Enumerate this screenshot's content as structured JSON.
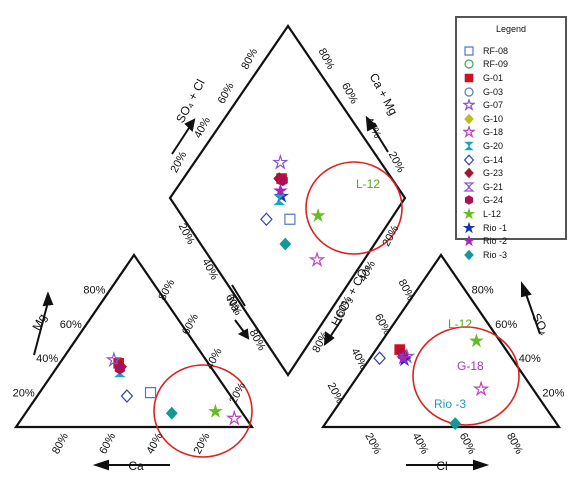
{
  "legend": {
    "title": "Legend",
    "items": [
      {
        "label": "RF-08",
        "shape": "square-open",
        "color": "#5577cc"
      },
      {
        "label": "RF-09",
        "shape": "circle-open",
        "color": "#33aa55"
      },
      {
        "label": "G-01",
        "shape": "square-filled",
        "color": "#cc1122"
      },
      {
        "label": "G-03",
        "shape": "circle-open",
        "color": "#5577cc"
      },
      {
        "label": "G-07",
        "shape": "star-open",
        "color": "#8855cc"
      },
      {
        "label": "G-10",
        "shape": "diamond-filled",
        "color": "#bbbb22"
      },
      {
        "label": "G-18",
        "shape": "star-open",
        "color": "#bb44bb"
      },
      {
        "label": "G-20",
        "shape": "hourglass-filled",
        "color": "#11aabb"
      },
      {
        "label": "G-14",
        "shape": "diamond-open",
        "color": "#3344aa"
      },
      {
        "label": "G-23",
        "shape": "diamond-filled",
        "color": "#aa1133"
      },
      {
        "label": "G-21",
        "shape": "hourglass-open",
        "color": "#9955cc"
      },
      {
        "label": "G-24",
        "shape": "hexagon-filled",
        "color": "#aa1155"
      },
      {
        "label": "L-12",
        "shape": "star-filled",
        "color": "#66bb22"
      },
      {
        "label": "Rio -1",
        "shape": "star-filled",
        "color": "#1133aa"
      },
      {
        "label": "Rio -2",
        "shape": "star-filled",
        "color": "#aa22bb"
      },
      {
        "label": "Rio -3",
        "shape": "diamond-filled",
        "color": "#119999"
      }
    ]
  },
  "axes": {
    "left_triangle": {
      "left_label": "Mg",
      "bottom_label": "Ca",
      "left_ticks": [
        "20%",
        "40%",
        "60%",
        "80%"
      ],
      "bottom_ticks": [
        "80%",
        "60%",
        "40%",
        "20%"
      ],
      "right_ticks": [
        "20%",
        "40%",
        "60%",
        "80%"
      ]
    },
    "right_triangle": {
      "right_label": "SO₄",
      "bottom_label": "Cl",
      "left_ticks": [
        "80%",
        "60%",
        "40%",
        "20%"
      ],
      "bottom_ticks": [
        "20%",
        "40%",
        "60%",
        "80%"
      ],
      "right_ticks": [
        "80%",
        "60%",
        "40%",
        "20%"
      ]
    },
    "diamond": {
      "upper_left_label": "SO₄ + Cl",
      "upper_right_label": "Ca + Mg",
      "lower_left_label": "Na",
      "lower_right_label": "HCO₃ + CO₃",
      "upper_left_ticks": [
        "20%",
        "40%",
        "60%",
        "80%"
      ],
      "upper_right_ticks": [
        "80%",
        "60%",
        "40%",
        "20%"
      ],
      "lower_left_ticks": [
        "20%",
        "40%",
        "60%",
        "80%"
      ],
      "lower_right_ticks": [
        "80%",
        "60%",
        "40%",
        "20%"
      ]
    }
  },
  "annotations": {
    "diamond_l12": "L-12",
    "anion_l12": "L-12",
    "anion_g18": "G-18",
    "anion_rio3": "Rio -3"
  },
  "chart_data": {
    "type": "scatter",
    "title": "",
    "description_note": "Piper trilinear diagram of water samples",
    "cation_triangle": [
      {
        "sample": "G-01",
        "Ca": 38,
        "Mg": 37
      },
      {
        "sample": "G-07",
        "Ca": 39,
        "Mg": 39
      },
      {
        "sample": "G-20",
        "Ca": 40,
        "Mg": 32
      },
      {
        "sample": "G-23",
        "Ca": 38,
        "Mg": 35
      },
      {
        "sample": "G-24",
        "Ca": 39,
        "Mg": 34
      },
      {
        "sample": "RF-08",
        "Ca": 33,
        "Mg": 20
      },
      {
        "sample": "G-14",
        "Ca": 44,
        "Mg": 18
      },
      {
        "sample": "Rio -3",
        "Ca": 30,
        "Mg": 8
      },
      {
        "sample": "L-12",
        "Ca": 11,
        "Mg": 9
      },
      {
        "sample": "G-18",
        "Ca": 5,
        "Mg": 5
      }
    ],
    "anion_triangle": [
      {
        "sample": "G-01",
        "Cl": 10,
        "SO4": 45
      },
      {
        "sample": "G-23",
        "Cl": 12,
        "SO4": 43
      },
      {
        "sample": "G-24",
        "Cl": 13,
        "SO4": 42
      },
      {
        "sample": "G-07",
        "Cl": 15,
        "SO4": 41
      },
      {
        "sample": "Rio -1",
        "Cl": 15,
        "SO4": 39
      },
      {
        "sample": "Rio -2",
        "Cl": 14,
        "SO4": 40
      },
      {
        "sample": "G-14",
        "Cl": 4,
        "SO4": 40
      },
      {
        "sample": "L-12",
        "Cl": 40,
        "SO4": 50
      },
      {
        "sample": "G-18",
        "Cl": 56,
        "SO4": 22
      },
      {
        "sample": "Rio -3",
        "Cl": 55,
        "SO4": 2
      }
    ],
    "diamond": [
      {
        "sample": "G-07",
        "SO4Cl": 63,
        "CaMg": 57
      },
      {
        "sample": "G-01",
        "SO4Cl": 58,
        "CaMg": 53
      },
      {
        "sample": "G-23",
        "SO4Cl": 59,
        "CaMg": 52
      },
      {
        "sample": "G-24",
        "SO4Cl": 57,
        "CaMg": 53
      },
      {
        "sample": "Rio -1",
        "SO4Cl": 53,
        "CaMg": 48
      },
      {
        "sample": "Rio -2",
        "SO4Cl": 55,
        "CaMg": 49
      },
      {
        "sample": "G-20",
        "SO4Cl": 53,
        "CaMg": 46
      },
      {
        "sample": "G-14",
        "SO4Cl": 53,
        "CaMg": 35
      },
      {
        "sample": "RF-08",
        "SO4Cl": 43,
        "CaMg": 45
      },
      {
        "sample": "Rio -3",
        "SO4Cl": 38,
        "CaMg": 36
      },
      {
        "sample": "L-12",
        "SO4Cl": 32,
        "CaMg": 58
      },
      {
        "sample": "G-18",
        "SO4Cl": 20,
        "CaMg": 45
      }
    ]
  }
}
